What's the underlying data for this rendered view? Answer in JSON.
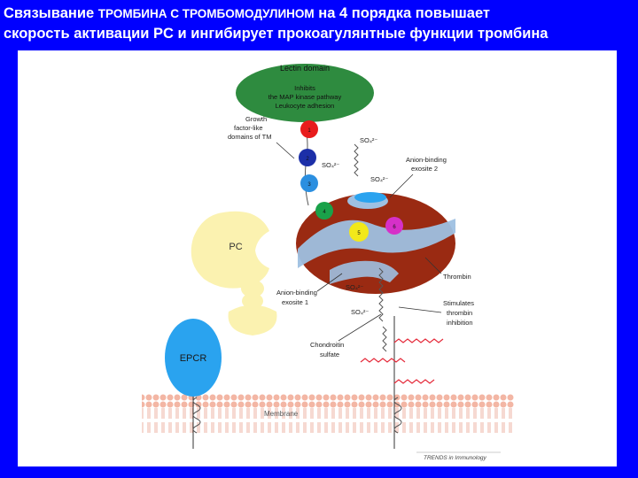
{
  "title": {
    "part1": "Связывание",
    "part2": "ТРОМБИНА С ТРОМБОМОДУЛИНОМ",
    "part3": "на 4 порядка повышает",
    "line2": "скорость активации PC  и ингибирует   прокоагулянтные функции тромбина"
  },
  "diagram": {
    "lectin": {
      "title": "Lectin domain",
      "line1": "Inhibits",
      "line2": "the MAP kinase pathway",
      "line3": "Leukocyte adhesion"
    },
    "growth_label": [
      "Growth",
      "factor-like",
      "domains of TM"
    ],
    "egf_numbers": [
      "1",
      "2",
      "3",
      "4",
      "5",
      "6"
    ],
    "egf_colors": [
      "#e81c1c",
      "#1c2fa8",
      "#2b8fe0",
      "#1aa24a",
      "#f2e81a",
      "#d630c8"
    ],
    "pc_label": "PC",
    "epcr_label": "EPCR",
    "membrane_label": "Membrane",
    "so4_top": "SO₄²⁻",
    "so4_mid": "SO₄²⁻",
    "so4_exo": "SO₄²⁻",
    "so4_lower1": "SO₄²⁻",
    "so4_lower2": "SO₄²⁻",
    "exosite2": [
      "Anion-binding",
      "exosite 2"
    ],
    "exosite1": [
      "Anion-binding",
      "exosite 1"
    ],
    "thrombin_label": "Thrombin",
    "stimulates": [
      "Stimulates",
      "thrombin",
      "inhibition"
    ],
    "chondroitin": [
      "Chondroitin",
      "sulfate"
    ],
    "credit": "TRENDS in Immunology",
    "colors": {
      "background": "#0000ff",
      "lectin": "#2e8b3f",
      "pc": "#fbf2b0",
      "epcr": "#2aa3ef",
      "thrombin": "#9a2a12",
      "thrombin_band": "#9ec0e2",
      "membrane": "#f3b6a4",
      "chain": "#e52a3a"
    }
  }
}
